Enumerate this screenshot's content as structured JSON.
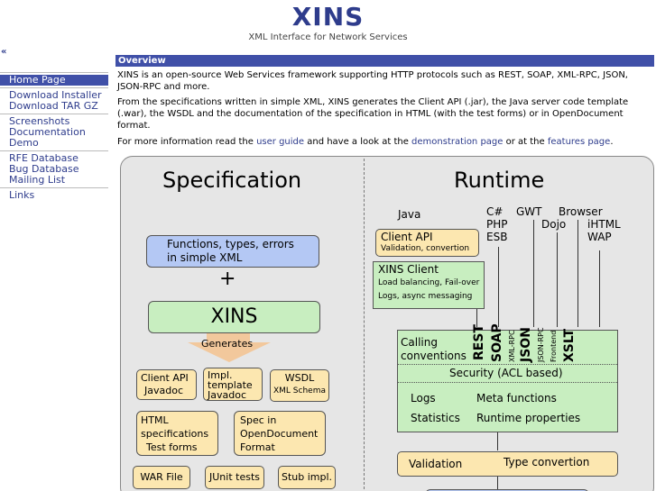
{
  "header": {
    "title": "XINS",
    "subtitle": "XML Interface for Network Services",
    "collapse_glyph": "«"
  },
  "sidebar": {
    "groups": [
      [
        "Home Page"
      ],
      [
        "Download Installer",
        "Download TAR GZ"
      ],
      [
        "Screenshots",
        "Documentation",
        "Demo"
      ],
      [
        "RFE Database",
        "Bug Database",
        "Mailing List"
      ],
      [
        "Links"
      ]
    ],
    "active": "Home Page"
  },
  "overview": {
    "heading": "Overview",
    "p1": "XINS is an open-source Web Services framework supporting HTTP protocols such as REST, SOAP, XML-RPC, JSON, JSON-RPC and more.",
    "p2": "From the specifications written in simple XML, XINS generates the Client API (.jar), the Java server code template (.war), the WSDL and the documentation of the specification in HTML (with the test forms) or in OpenDocument format.",
    "p3_before": "For more information read the ",
    "p3_link1": "user guide",
    "p3_mid1": " and have a look at the ",
    "p3_link2": "demonstration page",
    "p3_mid2": " or at the ",
    "p3_link3": "features page",
    "p3_after": "."
  },
  "diagram": {
    "spec_title": "Specification",
    "runtime_title": "Runtime",
    "functions_box": [
      "Functions, types, errors",
      "in simple XML"
    ],
    "plus": "+",
    "xins_box": "XINS",
    "generates": "Generates",
    "client_api_box": [
      "Client API",
      "Javadoc"
    ],
    "impl_box": [
      "Impl.",
      "template",
      "Javadoc"
    ],
    "wsdl_box": [
      "WSDL",
      "XML Schema"
    ],
    "html_box": [
      "HTML",
      "specifications",
      "Test forms"
    ],
    "spec_od_box": [
      "Spec in",
      "OpenDocument",
      "Format"
    ],
    "war_box": "WAR File",
    "junit_box": "JUnit tests",
    "stub_box": "Stub impl.",
    "java_label": "Java",
    "langs_label": [
      "C#",
      "PHP",
      "ESB"
    ],
    "gwt_label": "GWT",
    "dojo_label": "Dojo",
    "browser_label": "Browser",
    "ihtml_label": [
      "iHTML",
      "WAP"
    ],
    "runtime_client_api_box": [
      "Client API",
      "Validation, convertion"
    ],
    "xins_client_box": [
      "XINS Client",
      "Load balancing, Fail-over",
      "Logs, async messaging"
    ],
    "calling_label": [
      "Calling",
      "conventions"
    ],
    "conventions": [
      "REST",
      "SOAP",
      "XML-RPC",
      "JSON",
      "JSON-RPC",
      "Frontend",
      "XSLT"
    ],
    "security": "Security (ACL based)",
    "logs": "Logs",
    "meta": "Meta functions",
    "statistics": "Statistics",
    "runtime_props": "Runtime properties",
    "validation": "Validation",
    "type_convertion": "Type convertion"
  }
}
